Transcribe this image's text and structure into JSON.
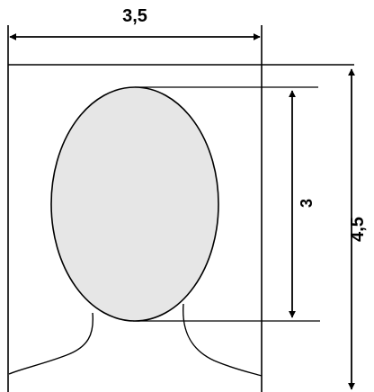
{
  "diagram": {
    "width_label": "3,5",
    "photo_height_label": "4,5",
    "face_height_label": "3",
    "colors": {
      "line": "#000000",
      "face_fill": "#e6e6e6",
      "background": "#ffffff"
    }
  }
}
